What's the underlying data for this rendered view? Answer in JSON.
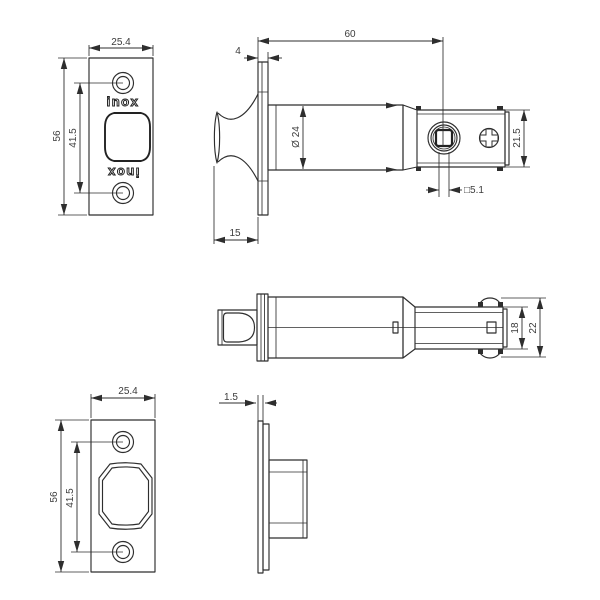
{
  "drawing": {
    "type": "technical-drawing",
    "subject": "tubular latch bolt with faceplate and strike plate",
    "brand": "inox",
    "colors": {
      "line": "#2e2e2e",
      "text": "#3c3c3c",
      "background": "#ffffff"
    }
  },
  "views": {
    "faceplate_front": {
      "width": "25.4",
      "height": "56",
      "hole_spacing": "41.5",
      "brand_top": "inox",
      "brand_bottom": "inox"
    },
    "latch_side": {
      "backset": "60",
      "faceplate_thickness": "4",
      "bolt_projection": "15",
      "barrel_diameter": "Ø 24",
      "case_height": "21.5",
      "spindle_hole": "□5.1"
    },
    "latch_top": {
      "case_width": "18",
      "overall_width": "22"
    },
    "strike_front": {
      "width": "25.4",
      "height": "56",
      "hole_spacing": "41.5"
    },
    "strike_side": {
      "plate_thickness": "1.5"
    }
  }
}
